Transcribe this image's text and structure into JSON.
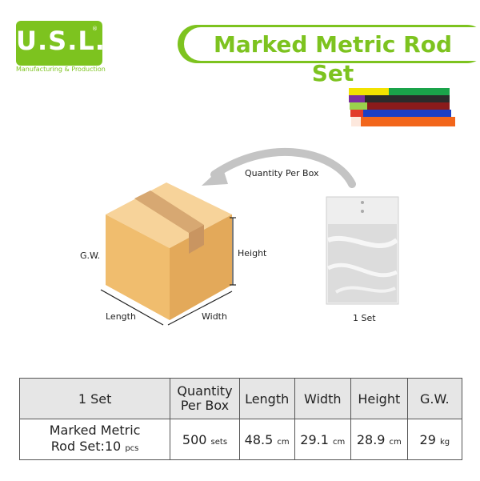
{
  "logo": {
    "text": "U.S.L.",
    "registered": "®",
    "subtitle": "Manufacturing & Production"
  },
  "title": "Marked Metric Rod Set",
  "diagram": {
    "quantity_per_box": "Quantity Per Box",
    "gw": "G.W.",
    "height": "Height",
    "length": "Length",
    "width": "Width",
    "set_label": "1 Set"
  },
  "table": {
    "headers": [
      "1 Set",
      "Quantity Per Box",
      "Length",
      "Width",
      "Height",
      "G.W."
    ],
    "header_qty_line1": "Quantity",
    "header_qty_line2": "Per Box",
    "row": {
      "name_line1": "Marked Metric",
      "name_line2": "Rod Set:10",
      "name_unit": "pcs",
      "qty": "500",
      "qty_unit": "sets",
      "length": "48.5",
      "length_unit": "cm",
      "width": "29.1",
      "width_unit": "cm",
      "height": "28.9",
      "height_unit": "cm",
      "gw": "29",
      "gw_unit": "kg"
    }
  },
  "colors": {
    "brand_green": "#7dc31f",
    "box": "#f2c27a",
    "header_bg": "#e6e6e6"
  },
  "icons": [
    "cardboard-box-icon",
    "curved-arrow-icon",
    "plastic-bag-icon",
    "rods-product-icon"
  ]
}
